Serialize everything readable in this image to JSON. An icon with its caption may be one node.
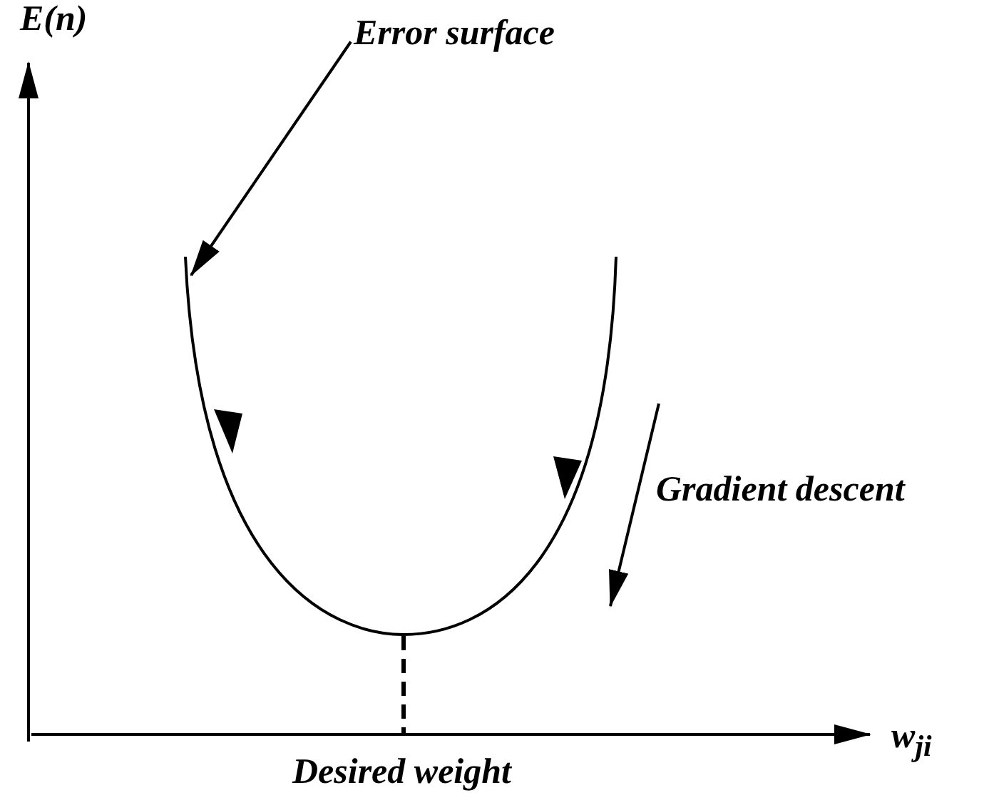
{
  "diagram": {
    "nodes": [
      {
        "text": [
          "Error surface"
        ]
      },
      {
        "text": [],
        "shape": "curve"
      }
    ],
    "edges": [
      {
        "from": 0,
        "to": 1,
        "arrow": "to"
      }
    ],
    "labels": [
      "E(n)",
      "Gradient descent",
      "w$_{ji}$",
      "Desired weight"
    ]
  }
}
